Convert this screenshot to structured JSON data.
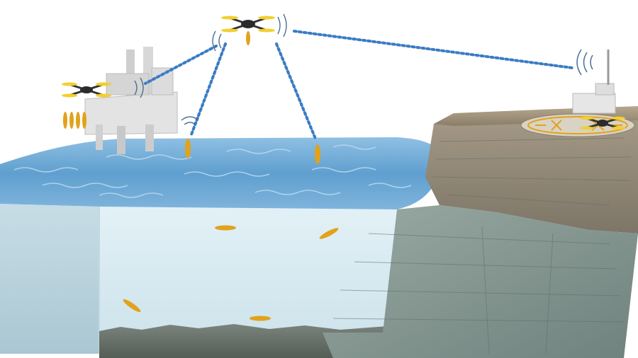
{
  "colors": {
    "background": "#ffffff",
    "sea_surface": "#5f9fcf",
    "sea_surface_light": "#8fc0e3",
    "water_body": "#d6ebf3",
    "water_side": "#b7d3dd",
    "seabed": "#6f7870",
    "cliff_top": "#a89a82",
    "cliff_face": "#8b9d97",
    "platform": "#e3e3e3",
    "link": "#3a7cc4",
    "glider": "#e2a21c",
    "drone_arms": "#f3cf2b",
    "helipad": "#e2a21c"
  },
  "icons": {
    "relay_drone": "quadcopter-drone-icon",
    "platform_drone": "quadcopter-drone-icon",
    "helipad_drone": "quadcopter-drone-icon",
    "glider": "underwater-glider-icon",
    "antenna": "radio-mast-icon",
    "signal": "signal-waves-icon"
  },
  "scene": {
    "links": [
      "relay-to-platform",
      "relay-to-surface-glider-left",
      "relay-to-surface-glider-right",
      "relay-to-shore-station"
    ],
    "surface_gliders": 2,
    "submerged_gliders": 4,
    "docked_gliders": 4
  }
}
